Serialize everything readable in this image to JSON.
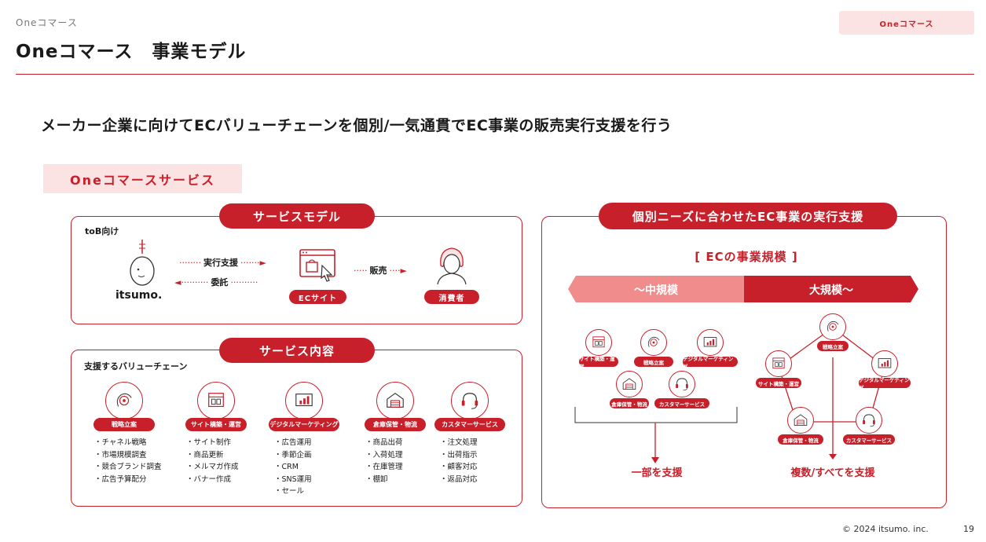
{
  "header": {
    "breadcrumb": "Oneコマース",
    "title": "Oneコマース　事業モデル",
    "tag": "Oneコマース"
  },
  "headline": "メーカー企業に向けてECバリューチェーンを個別/一気通貫でEC事業の販売実行支援を行う",
  "section_label": "Oneコマースサービス",
  "service_model": {
    "pill": "サービスモデル",
    "target": "toB向け",
    "company_logo": "itsumo.",
    "arrow_execute": "実行支援",
    "arrow_delegate": "委託",
    "ec_site": "ECサイト",
    "arrow_sales": "販売",
    "consumer": "消費者"
  },
  "service_content": {
    "pill": "サービス内容",
    "subtitle": "支援するバリューチェーン",
    "items": [
      {
        "label": "戦略立案",
        "icon": "brain-gear-icon",
        "bullets": [
          "・チャネル戦略",
          "・市場規模調査",
          "・競合ブランド調査",
          "・広告予算配分"
        ]
      },
      {
        "label": "サイト構築・運営",
        "icon": "site-build-icon",
        "bullets": [
          "・サイト制作",
          "・商品更新",
          "・メルマガ作成",
          "・バナー作成"
        ]
      },
      {
        "label": "デジタルマーケティング",
        "icon": "chart-monitor-icon",
        "bullets": [
          "・広告運用",
          "・季節企画",
          "・CRM",
          "・SNS運用",
          "・セール"
        ]
      },
      {
        "label": "倉庫保管・物流",
        "icon": "warehouse-icon",
        "bullets": [
          "・商品出荷",
          "・入荷処理",
          "・在庫管理",
          "・棚卸"
        ]
      },
      {
        "label": "カスタマーサービス",
        "icon": "headset-icon",
        "bullets": [
          "・注文処理",
          "・出荷指示",
          "・顧客対応",
          "・返品対応"
        ]
      }
    ]
  },
  "support_panel": {
    "pill": "個別ニーズに合わせたEC事業の実行支援",
    "scale_title": "[ ECの事業規模 ]",
    "scale_small": "～中規模",
    "scale_large": "大規模～",
    "small_labels": [
      "サイト構築・運営",
      "戦略立案",
      "デジタルマーケティング",
      "倉庫保管・物流",
      "カスタマーサービス"
    ],
    "large_labels": [
      "戦略立案",
      "サイト構築・運営",
      "デジタルマーケティング",
      "倉庫保管・物流",
      "カスタマーサービス"
    ],
    "small_caption": "一部を支援",
    "large_caption": "複数/すべてを支援"
  },
  "footer": {
    "copyright": "© 2024 itsumo. inc.",
    "page": "19"
  },
  "colors": {
    "accent": "#c8202a",
    "accent_light": "#fbe3e3",
    "scale_light": "#f08c8c"
  }
}
